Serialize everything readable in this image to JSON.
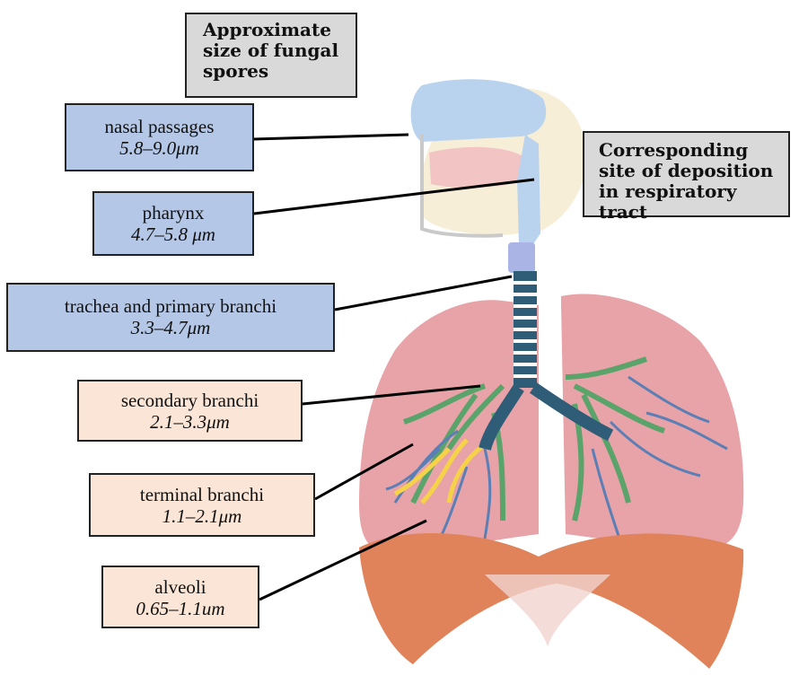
{
  "headers": {
    "left": [
      "Approximate",
      "size of fungal",
      "spores"
    ],
    "right": [
      "Corresponding",
      "site of deposition",
      "in respiratory tract"
    ]
  },
  "labels": [
    {
      "name": "nasal passages",
      "size": "5.8–9.0μm",
      "color": "#b4c7e7"
    },
    {
      "name": "pharynx",
      "size": "4.7–5.8 μm",
      "color": "#b4c7e7"
    },
    {
      "name": "trachea and primary branchi",
      "size": "3.3–4.7μm",
      "color": "#b4c7e7"
    },
    {
      "name": "secondary branchi",
      "size": "2.1–3.3μm",
      "color": "#fbe5d6"
    },
    {
      "name": "terminal branchi",
      "size": "1.1–2.1μm",
      "color": "#fbe5d6"
    },
    {
      "name": "alveoli",
      "size": "0.65–1.1um",
      "color": "#fbe5d6"
    }
  ],
  "colors": {
    "header_bg": "#d9d9d9",
    "upper_airway_box": "#b4c7e7",
    "lower_airway_box": "#fbe5d6",
    "lung": "#e8a3a8",
    "diaphragm": "#e0835a",
    "bronchi_green": "#5aa36a",
    "bronchi_blue": "#5b7fb5",
    "terminal_yellow": "#f5d247",
    "nasal_blue": "#b9d3ee"
  }
}
